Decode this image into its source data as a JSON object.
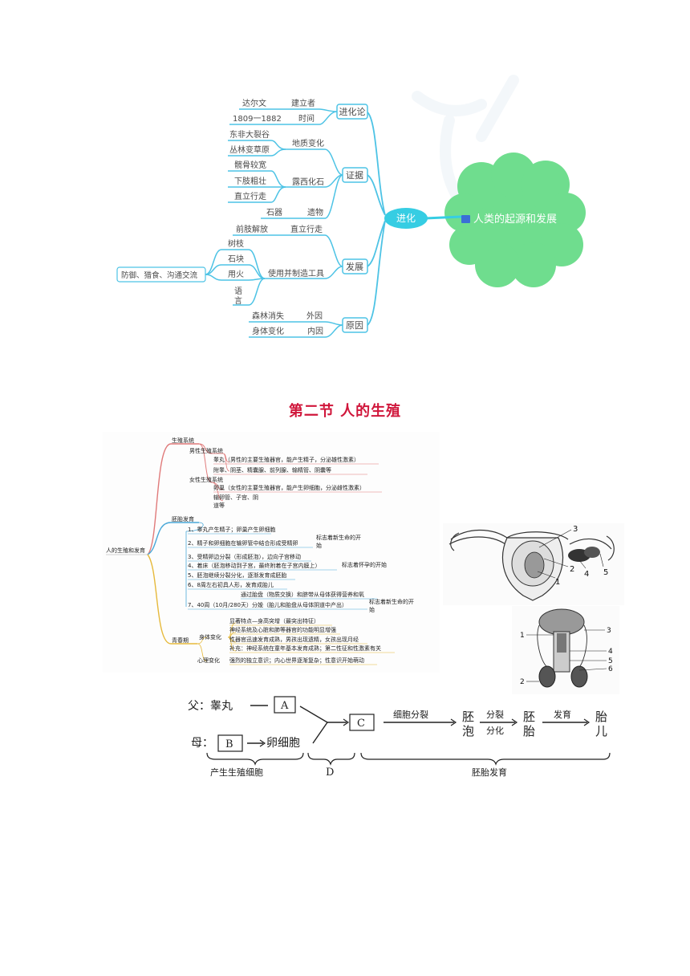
{
  "mindmap1": {
    "root": "人类的起源和发展",
    "hub": "进化",
    "branches": {
      "evolution_theory": {
        "label": "进化论",
        "items": [
          {
            "left": "达尔文",
            "right": "建立者"
          },
          {
            "left": "1809一1882",
            "right": "时间"
          }
        ]
      },
      "evidence": {
        "label": "证据",
        "geo_change": "地质变化",
        "geo_items": [
          "东非大裂谷",
          "丛林变草原"
        ],
        "fossil": "露西化石",
        "fossil_items": [
          "髋骨较宽",
          "下肢粗壮",
          "直立行走"
        ],
        "relic_left": "石器",
        "relic_right": "遗物"
      },
      "development": {
        "label": "发展",
        "upright_left": "前肢解放",
        "upright_right": "直立行走",
        "tools_label": "使用并制造工具",
        "tools": [
          "树枝",
          "石块",
          "用火",
          "语言"
        ],
        "purpose": "防御、猎食、沟通交流"
      },
      "causes": {
        "label": "原因",
        "items": [
          {
            "left": "森林消失",
            "right": "外因"
          },
          {
            "left": "身体变化",
            "right": "内因"
          }
        ]
      }
    },
    "colors": {
      "cloud": "#6fdd8e",
      "hub": "#36cde3",
      "line": "#4dc3e5"
    }
  },
  "section_title": "第二节  人的生殖",
  "mindmap2": {
    "root": "人的生殖和发育",
    "repro_system": "生殖系统",
    "male": "男性生殖系统",
    "male_items": [
      "睾丸（男性的主要生殖器官，能产生精子，分泌雄性激素）",
      "附睾、阴茎、精囊腺、前列腺、输精管、阴囊等"
    ],
    "female": "女性生殖系统",
    "female_items": [
      "卵巢（女性的主要生殖器官，能产生卵细胞，分泌雌性激素）",
      "输卵管、子宫、阴",
      "道等"
    ],
    "embryo": "胚胎发育",
    "embryo_items": [
      "1、睾丸产生精子；卵巢产生卵细胞",
      "2、精子和卵细胞在输卵管中结合形成受精卵",
      "3、受精卵边分裂（形成胚泡），边向子宫移动",
      "4、着床（胚泡移动到子宫，最终附着在子宫内膜上）",
      "5、胚泡继续分裂分化，逐渐发育成胚胎",
      "6、8周左右初具人形，发育成胎儿",
      "通过胎盘（物质交换）和脐带从母体获得营养和氧",
      "7、40周（10月/280天）分娩（胎儿和胎盘从母体阴道中产出）"
    ],
    "embryo_notes": [
      "标志着新生命的开",
      "始",
      "标志着怀孕的开始",
      "标志着新生命的开",
      "始"
    ],
    "puberty": "青春期",
    "body_change": "身体变化",
    "body_items": [
      "显著特点—身高突增（最突出特征）",
      "神经系统及心脏和肺等器官的功能明显增强",
      "性器官迅速发育成熟，男孩出现遗精，女孩出现月经",
      "补充：神经系统在童年基本发育成熟；第二性征和性激素有关"
    ],
    "mind_change": "心理变化",
    "mind_items": [
      "强烈的独立意识；内心世界逐渐复杂；性意识开始萌动"
    ],
    "colors": {
      "repro": "#e07a7a",
      "embryo": "#4aa8d8",
      "puberty": "#e6b93b"
    }
  },
  "figure1": {
    "labels": [
      "3",
      "2",
      "1",
      "4",
      "5"
    ]
  },
  "figure2": {
    "labels": [
      "1",
      "2",
      "3",
      "4",
      "5",
      "6"
    ]
  },
  "flow": {
    "father": "父：睾丸",
    "box_a": "A",
    "mother": "母：",
    "box_b": "B",
    "egg": "卵细胞",
    "box_c": "C",
    "cell_division": "细胞分裂",
    "blastocyst": [
      "胚",
      "泡"
    ],
    "split": "分裂",
    "differentiate": "分化",
    "embryo": [
      "胚",
      "胎"
    ],
    "develop": "发育",
    "fetus": [
      "胎",
      "儿"
    ],
    "brace1": "产生生殖细胞",
    "brace2": "D",
    "brace3": "胚胎发育"
  }
}
